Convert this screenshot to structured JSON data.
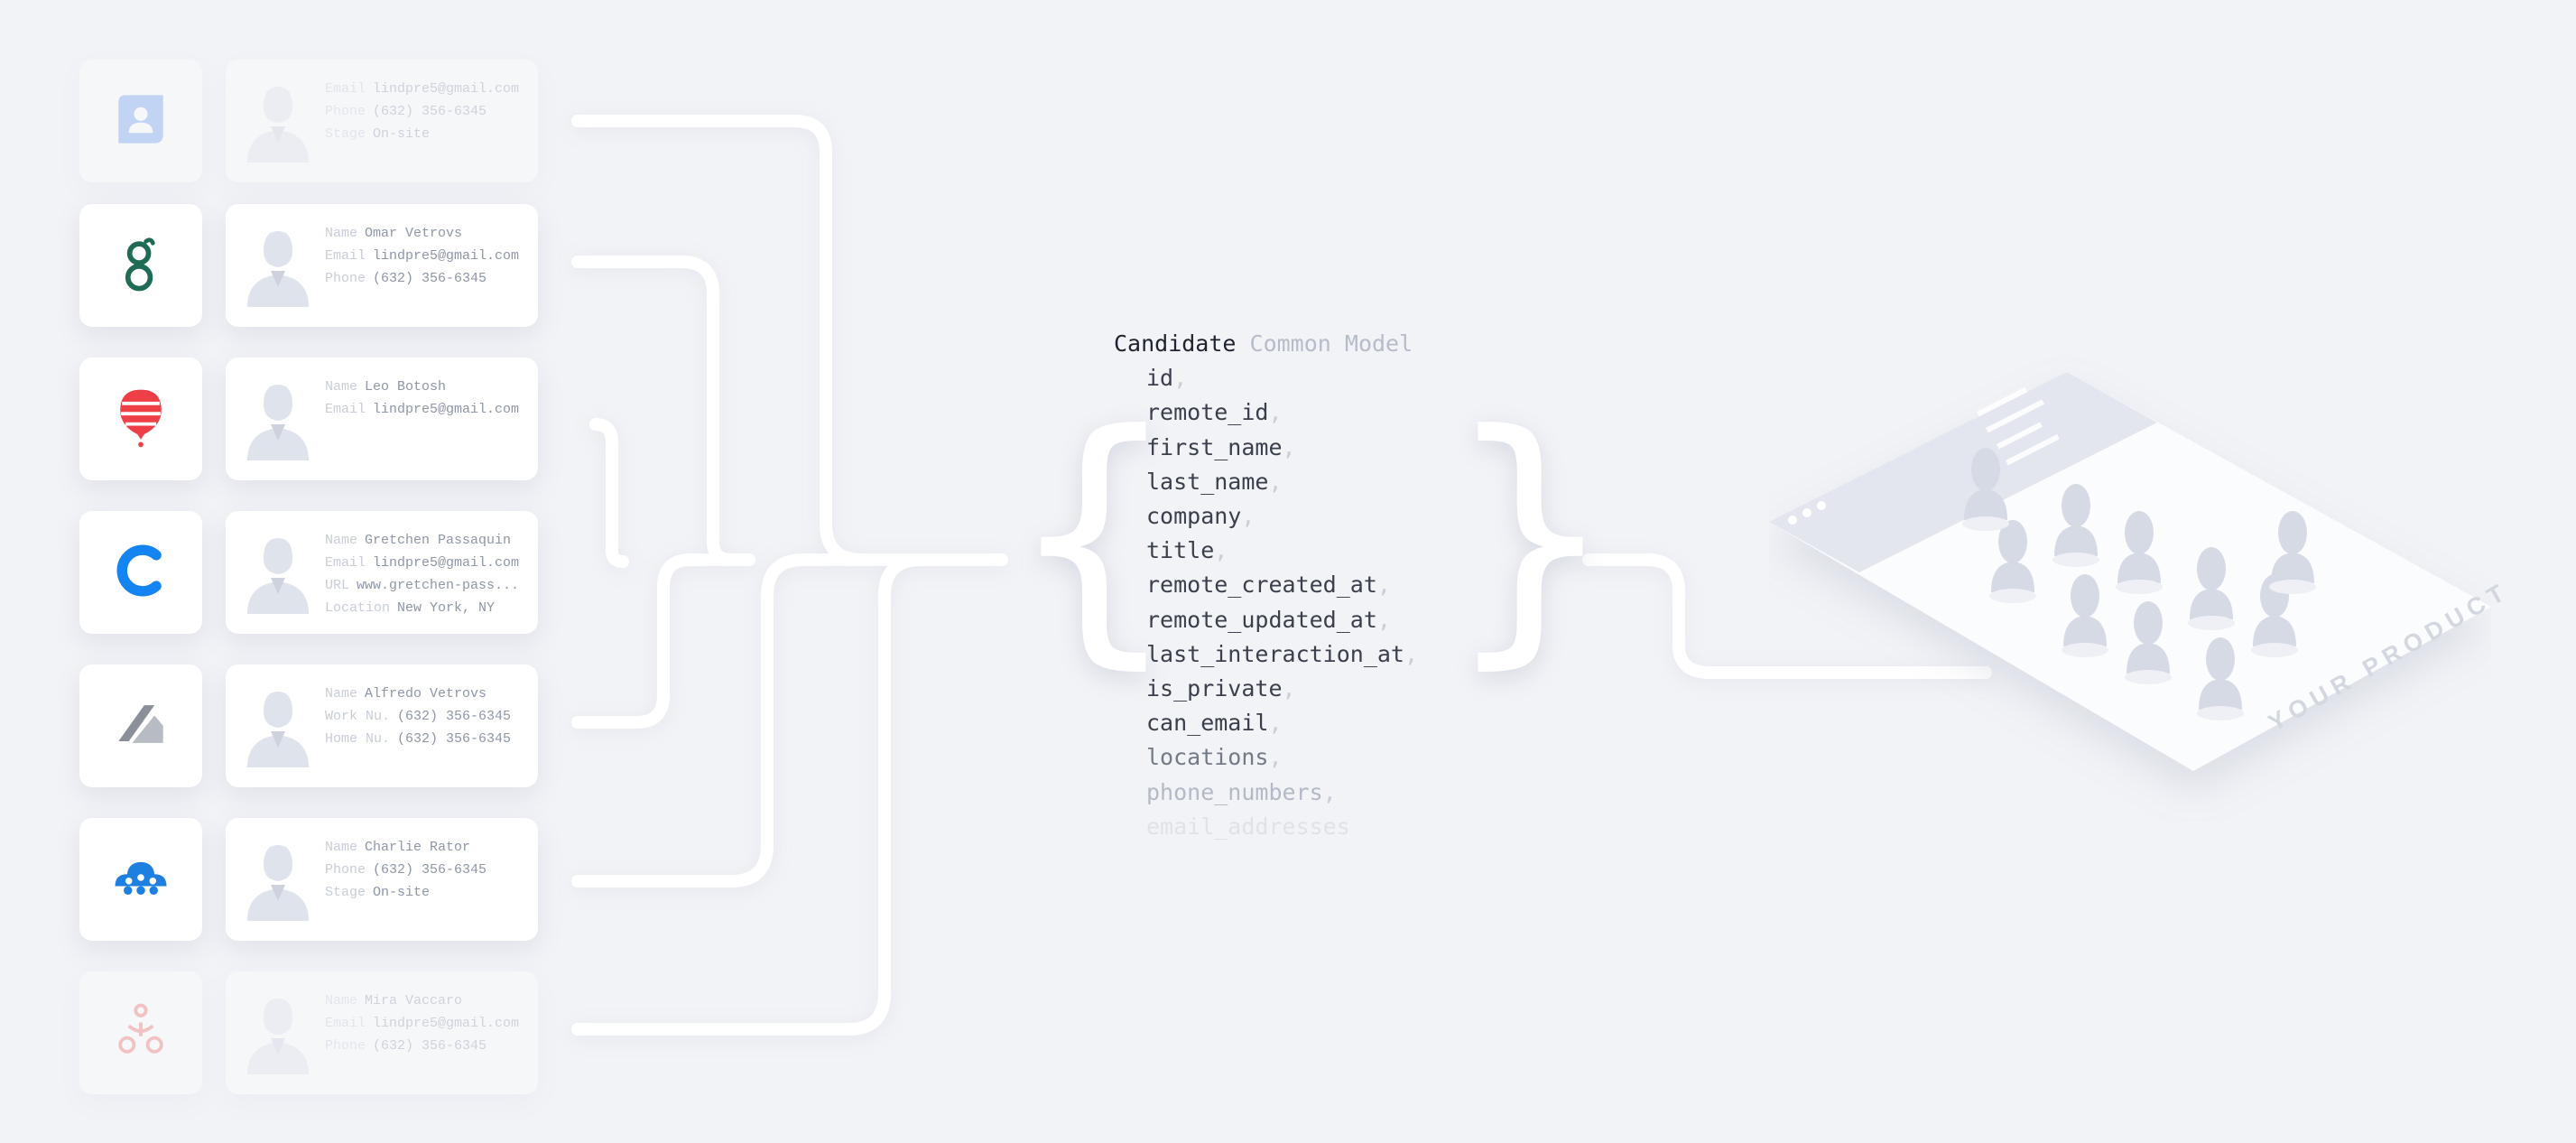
{
  "integrations": [
    {
      "logo": "person-bookmark-icon",
      "logo_color": "#6c9bf0",
      "fields": [
        {
          "key": "Email",
          "value": "lindpre5@gmail.com"
        },
        {
          "key": "Phone",
          "value": "(632) 356-6345"
        },
        {
          "key": "Stage",
          "value": "On-site"
        }
      ]
    },
    {
      "logo": "greenhouse-g-icon",
      "logo_color": "#1f6b55",
      "fields": [
        {
          "key": "Name",
          "value": "Omar Vetrovs"
        },
        {
          "key": "Email",
          "value": "lindpre5@gmail.com"
        },
        {
          "key": "Phone",
          "value": "(632) 356-6345"
        }
      ]
    },
    {
      "logo": "striped-balloon-icon",
      "logo_color": "#ef3f46",
      "fields": [
        {
          "key": "Name",
          "value": "Leo Botosh"
        },
        {
          "key": "Email",
          "value": "lindpre5@gmail.com"
        }
      ]
    },
    {
      "logo": "c-letter-icon",
      "logo_color": "#1484f0",
      "fields": [
        {
          "key": "Name",
          "value": "Gretchen Passaquin"
        },
        {
          "key": "Email",
          "value": "lindpre5@gmail.com"
        },
        {
          "key": "URL",
          "value": "www.gretchen-pass..."
        },
        {
          "key": "Location",
          "value": "New York, NY"
        }
      ]
    },
    {
      "logo": "folded-ribbon-icon",
      "logo_color": "#8a8f99",
      "fields": [
        {
          "key": "Name",
          "value": "Alfredo Vetrovs"
        },
        {
          "key": "Work Nu.",
          "value": "(632) 356-6345"
        },
        {
          "key": "Home Nu.",
          "value": "(632) 356-6345"
        }
      ]
    },
    {
      "logo": "cloud-people-icon",
      "logo_color": "#1d7fe0",
      "fields": [
        {
          "key": "Name",
          "value": "Charlie Rator"
        },
        {
          "key": "Phone",
          "value": "(632) 356-6345"
        },
        {
          "key": "Stage",
          "value": "On-site"
        }
      ]
    },
    {
      "logo": "people-circle-icon",
      "logo_color": "#f2665f",
      "fields": [
        {
          "key": "Name",
          "value": "Mira Vaccaro"
        },
        {
          "key": "Email",
          "value": "lindpre5@gmail.com"
        },
        {
          "key": "Phone",
          "value": "(632) 356-6345"
        }
      ]
    }
  ],
  "model": {
    "title": "Candidate",
    "subtitle": "Common Model",
    "fields": [
      {
        "name": "id",
        "color": "#3a3f4c"
      },
      {
        "name": "remote_id",
        "color": "#3a3f4c"
      },
      {
        "name": "first_name",
        "color": "#3a3f4c"
      },
      {
        "name": "last_name",
        "color": "#3a3f4c"
      },
      {
        "name": "company",
        "color": "#3a3f4c"
      },
      {
        "name": "title",
        "color": "#3a3f4c"
      },
      {
        "name": "remote_created_at",
        "color": "#3a3f4c"
      },
      {
        "name": "remote_updated_at",
        "color": "#3a3f4c"
      },
      {
        "name": "last_interaction_at",
        "color": "#3a3f4c"
      },
      {
        "name": "is_private",
        "color": "#3a3f4c"
      },
      {
        "name": "can_email",
        "color": "#3a3f4c"
      },
      {
        "name": "locations",
        "color": "#737a88"
      },
      {
        "name": "phone_numbers",
        "color": "#b3b9c5"
      },
      {
        "name": "email_addresses",
        "color": "#dfe2e8"
      }
    ],
    "separator": ","
  },
  "braces": {
    "open": "{",
    "close": "}"
  },
  "product": {
    "label": "YOUR PRODUCT"
  },
  "colors": {
    "background": "#f2f3f7",
    "card": "#ffffff",
    "wire": "#ffffff",
    "placeholder": "#d9dde6"
  }
}
